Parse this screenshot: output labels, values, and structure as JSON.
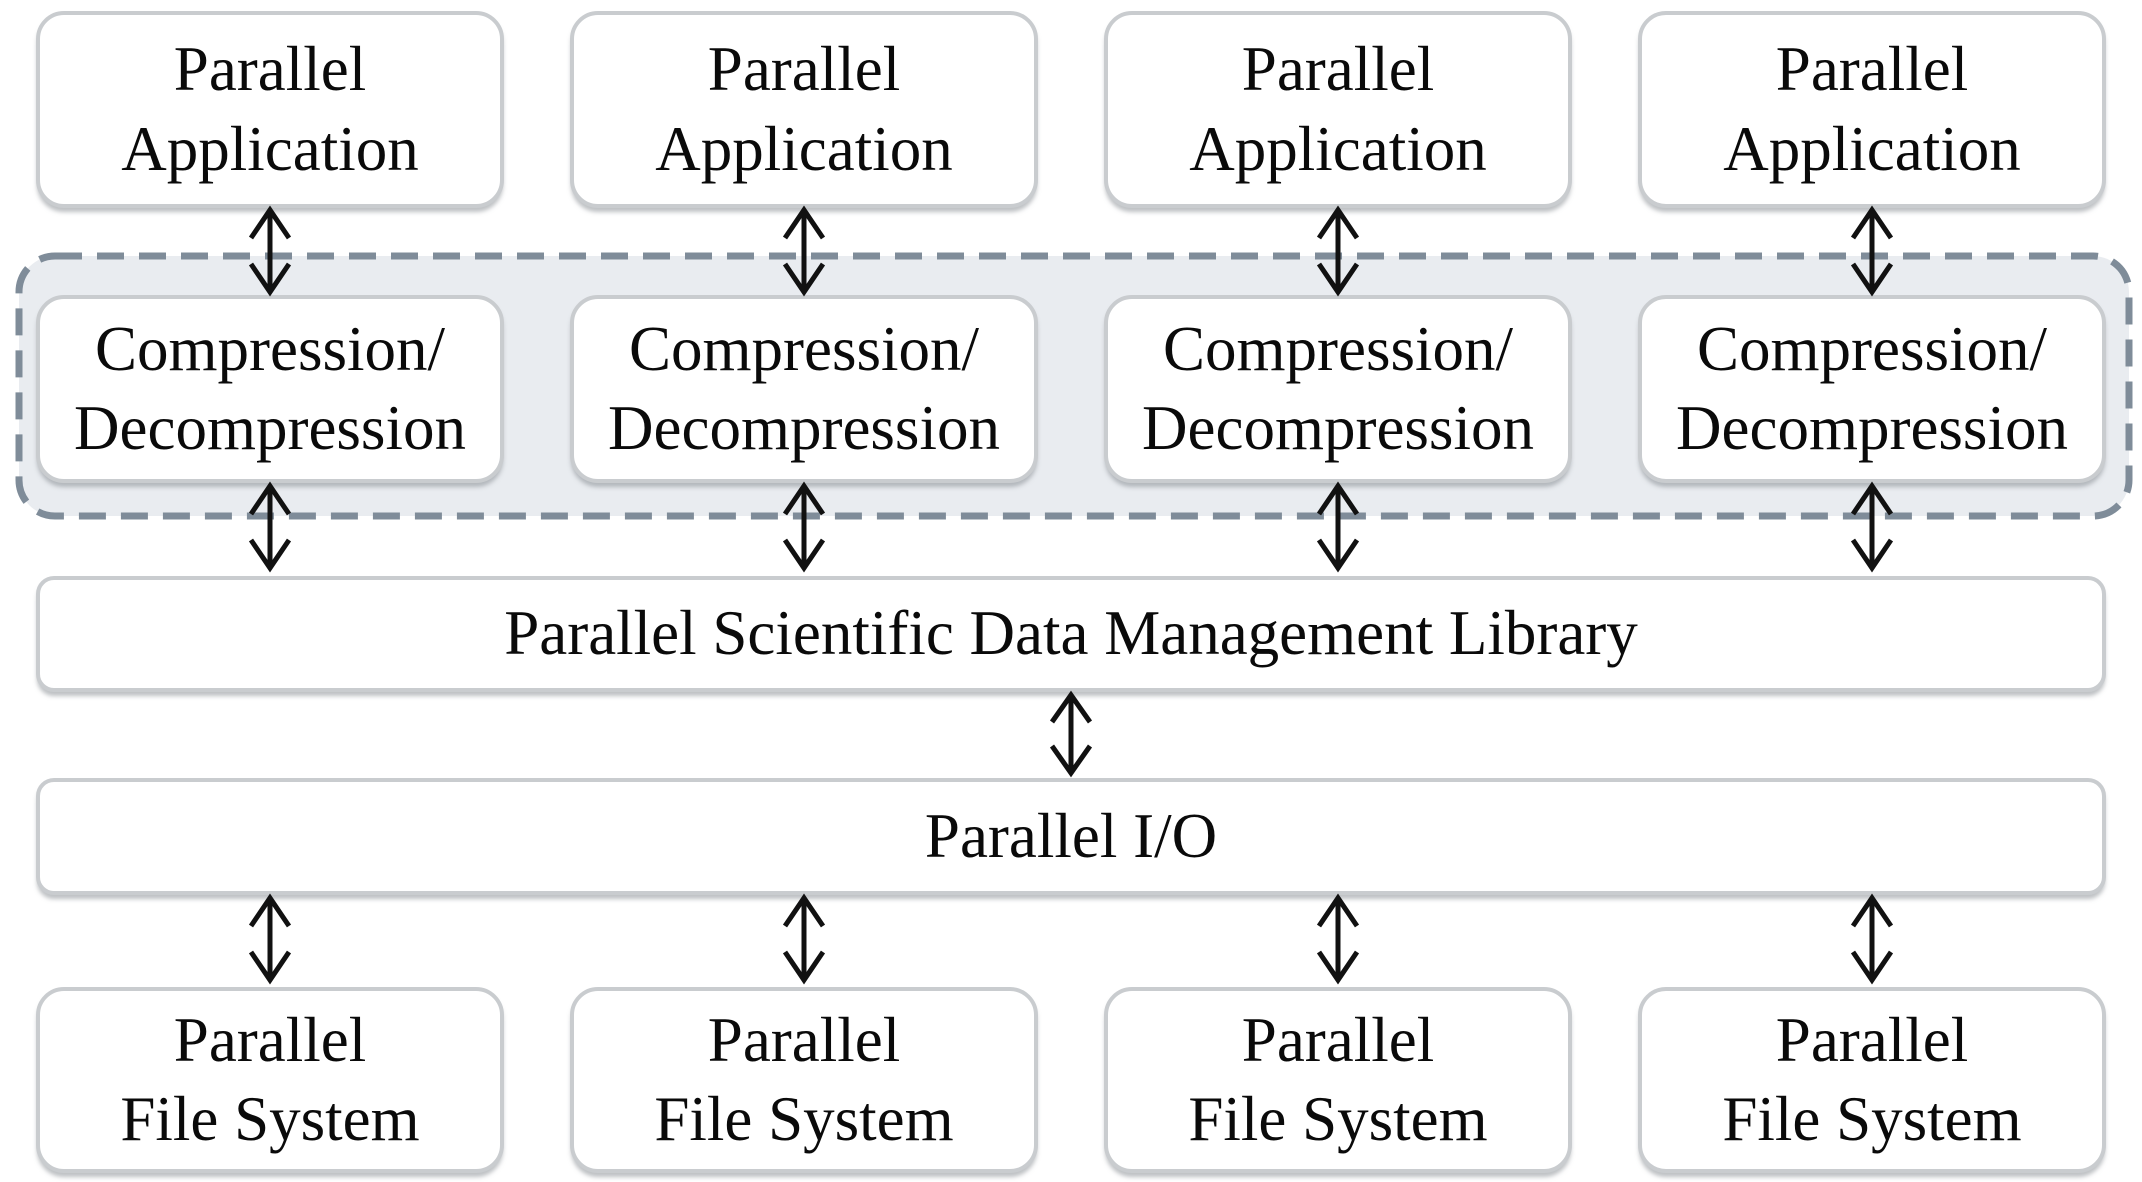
{
  "colors": {
    "background": "#ffffff",
    "box_fill": "#ffffff",
    "box_border": "#c9cccf",
    "container_fill": "#e9ecf0",
    "container_border": "#7f8c99",
    "arrow": "#111111",
    "text": "#0a0a0a"
  },
  "application": {
    "lines": [
      "Parallel",
      "Application"
    ]
  },
  "compression": {
    "lines": [
      "Compression/",
      "Decompression"
    ]
  },
  "library": {
    "label": "Parallel Scientific Data Management Library"
  },
  "parallel_io": {
    "label": "Parallel I/O"
  },
  "file_system": {
    "lines": [
      "Parallel",
      "File System"
    ]
  }
}
